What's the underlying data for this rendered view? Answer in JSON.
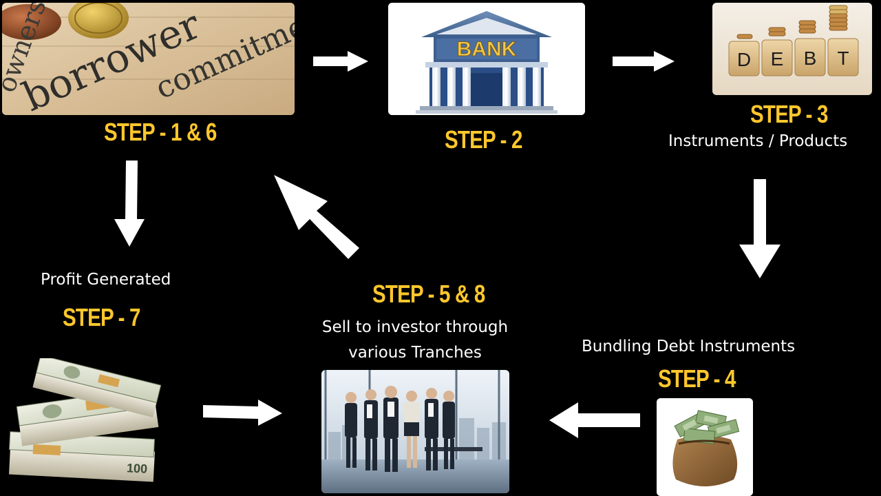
{
  "colors": {
    "background": "#000000",
    "step_label": "#ffc72c",
    "caption": "#ffffff",
    "arrow": "#ffffff"
  },
  "steps": {
    "s1": {
      "label": "STEP - 1 & 6",
      "image": "borrower-document-image",
      "image_words": [
        "owners",
        "borrower",
        "commitmen"
      ]
    },
    "s2": {
      "label": "STEP - 2",
      "image": "bank-building-image",
      "image_words": [
        "BANK"
      ]
    },
    "s3": {
      "label": "STEP - 3",
      "caption": "Instruments / Products",
      "image": "debt-blocks-image",
      "image_words": [
        "D",
        "E",
        "B",
        "T"
      ]
    },
    "s4": {
      "label": "STEP - 4",
      "caption": "Bundling Debt Instruments",
      "image": "money-sack-image"
    },
    "s5": {
      "label": "STEP - 5 & 8",
      "caption_line1": "Sell to investor through",
      "caption_line2": "various Tranches",
      "image": "business-team-image"
    },
    "s7": {
      "label": "STEP - 7",
      "caption": "Profit Generated",
      "image": "cash-stacks-image",
      "image_words": [
        "100"
      ]
    }
  },
  "arrows": [
    {
      "from": "s1",
      "to": "s2"
    },
    {
      "from": "s2",
      "to": "s3"
    },
    {
      "from": "s3",
      "to": "s4"
    },
    {
      "from": "s4",
      "to": "s5"
    },
    {
      "from": "s5",
      "to": "s1"
    },
    {
      "from": "s1",
      "to": "s7"
    },
    {
      "from": "s7",
      "to": "s5"
    }
  ]
}
